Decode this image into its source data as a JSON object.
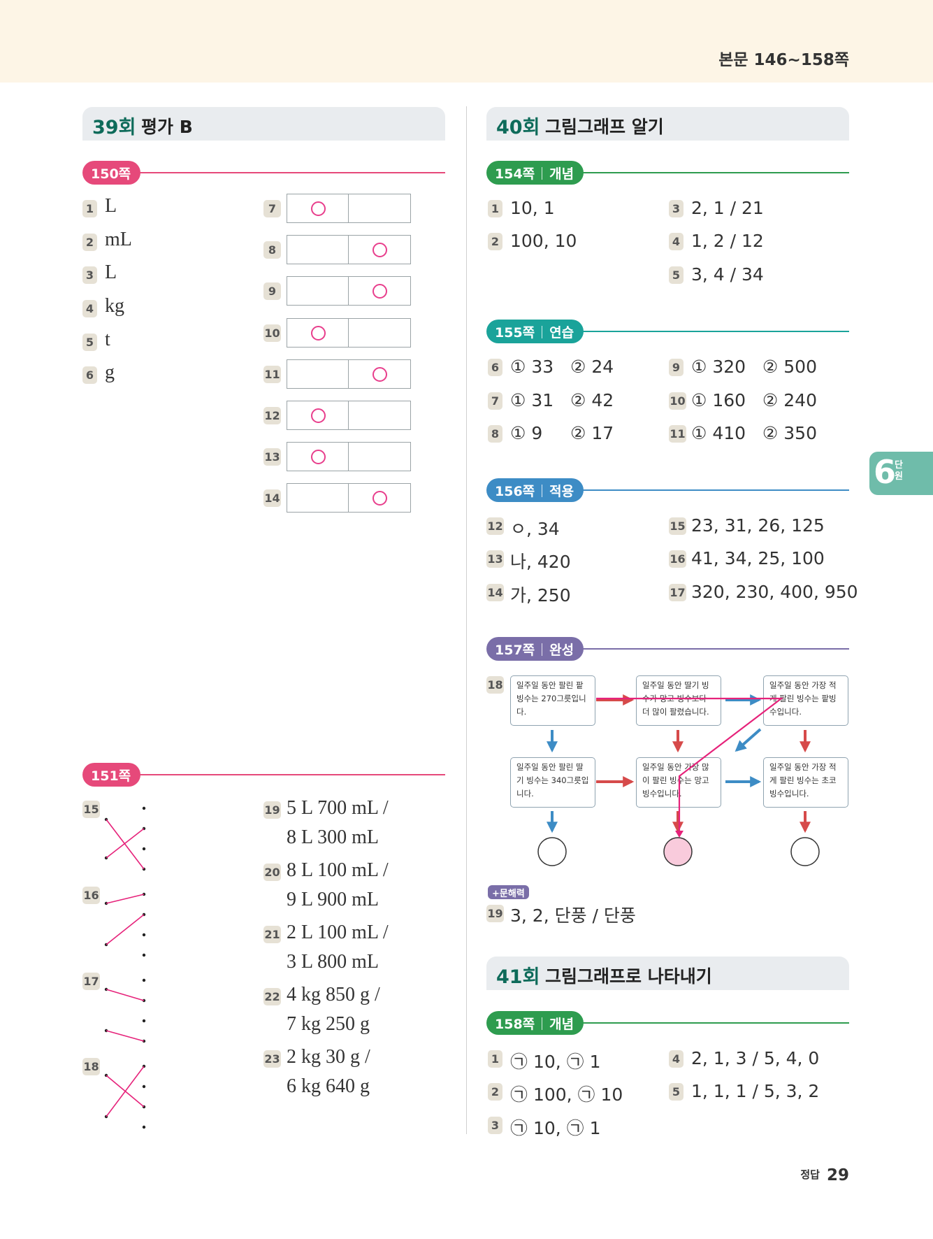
{
  "header": {
    "page_range": "본문 146~158쪽"
  },
  "side_tab": {
    "number": "6",
    "unit": "단원"
  },
  "footer": {
    "label": "정답",
    "page": "29"
  },
  "left": {
    "title": {
      "num": "39회",
      "text": "평가 B"
    },
    "tag150": {
      "page": "150쪽"
    },
    "units": [
      {
        "n": "1",
        "a": "L"
      },
      {
        "n": "2",
        "a": "mL"
      },
      {
        "n": "3",
        "a": "L"
      },
      {
        "n": "4",
        "a": "kg"
      },
      {
        "n": "5",
        "a": "t"
      },
      {
        "n": "6",
        "a": "g"
      }
    ],
    "oxrows": [
      {
        "n": "7",
        "mark": "left"
      },
      {
        "n": "8",
        "mark": "right"
      },
      {
        "n": "9",
        "mark": "right"
      },
      {
        "n": "10",
        "mark": "left"
      },
      {
        "n": "11",
        "mark": "right"
      },
      {
        "n": "12",
        "mark": "left"
      },
      {
        "n": "13",
        "mark": "left"
      },
      {
        "n": "14",
        "mark": "right"
      }
    ],
    "tag151": {
      "page": "151쪽"
    },
    "match_labels": [
      "15",
      "16",
      "17",
      "18"
    ],
    "conv": [
      {
        "n": "19",
        "l1": "5 L 700 mL /",
        "l2": "8 L 300 mL"
      },
      {
        "n": "20",
        "l1": "8 L 100 mL /",
        "l2": "9 L 900 mL"
      },
      {
        "n": "21",
        "l1": "2 L 100 mL /",
        "l2": "3 L 800 mL"
      },
      {
        "n": "22",
        "l1": "4 kg 850 g /",
        "l2": "7 kg 250 g"
      },
      {
        "n": "23",
        "l1": "2 kg 30 g /",
        "l2": "6 kg 640 g"
      }
    ]
  },
  "right": {
    "title40": {
      "num": "40회",
      "text": "그림그래프 알기"
    },
    "tag154": {
      "page": "154쪽",
      "kind": "개념"
    },
    "p154": [
      {
        "n": "1",
        "a": "10, 1"
      },
      {
        "n": "2",
        "a": "100, 10"
      },
      {
        "n": "3",
        "a": "2, 1 / 21"
      },
      {
        "n": "4",
        "a": "1, 2 / 12"
      },
      {
        "n": "5",
        "a": "3, 4 / 34"
      }
    ],
    "tag155": {
      "page": "155쪽",
      "kind": "연습"
    },
    "p155": [
      {
        "n": "6",
        "a": "① 33   ② 24"
      },
      {
        "n": "7",
        "a": "① 31   ② 42"
      },
      {
        "n": "8",
        "a": "① 9     ② 17"
      },
      {
        "n": "9",
        "a": "① 320   ② 500"
      },
      {
        "n": "10",
        "a": "① 160   ② 240"
      },
      {
        "n": "11",
        "a": "① 410   ② 350"
      }
    ],
    "tag156": {
      "page": "156쪽",
      "kind": "적용"
    },
    "p156": [
      {
        "n": "12",
        "a": "ㅇ, 34"
      },
      {
        "n": "13",
        "a": "나, 420"
      },
      {
        "n": "14",
        "a": "가, 250"
      },
      {
        "n": "15",
        "a": "23, 31, 26, 125"
      },
      {
        "n": "16",
        "a": "41, 34, 25, 100"
      },
      {
        "n": "17",
        "a": "320, 230, 400, 950"
      }
    ],
    "tag157": {
      "page": "157쪽",
      "kind": "완성"
    },
    "q18": {
      "n": "18"
    },
    "flow": [
      "일주일 동안 팔린 팥빙수는 270그릇입니다.",
      "일주일 동안 딸기 빙수가 망고 빙수보다 더 많이 팔렸습니다.",
      "일주일 동안 가장 적게 팔린 빙수는 팥빙수입니다.",
      "일주일 동안 팔린 딸기 빙수는 340그릇입니다.",
      "일주일 동안 가장 많이 팔린 빙수는 망고 빙수입니다.",
      "일주일 동안 가장 적게 팔린 빙수는 초코 빙수입니다."
    ],
    "literacy": {
      "label": "+문해력",
      "n": "19",
      "a": "3, 2, 단풍 / 단풍"
    },
    "title41": {
      "num": "41회",
      "text": "그림그래프로 나타내기"
    },
    "tag158": {
      "page": "158쪽",
      "kind": "개념"
    },
    "p158": [
      {
        "n": "1",
        "a": "㉠ 10, ㉠ 1"
      },
      {
        "n": "2",
        "a": "㉠ 100, ㉠ 10"
      },
      {
        "n": "3",
        "a": "㉠ 10, ㉠ 1"
      },
      {
        "n": "4",
        "a": "2, 1, 3 / 5, 4, 0"
      },
      {
        "n": "5",
        "a": "1, 1, 1 / 5, 3, 2"
      }
    ],
    "colors": {
      "accent_green": "#2e9c4f",
      "accent_teal": "#1aa39a",
      "accent_blue": "#3d8cc5",
      "accent_purple": "#7a6ea8",
      "accent_pink": "#e6497a"
    }
  }
}
